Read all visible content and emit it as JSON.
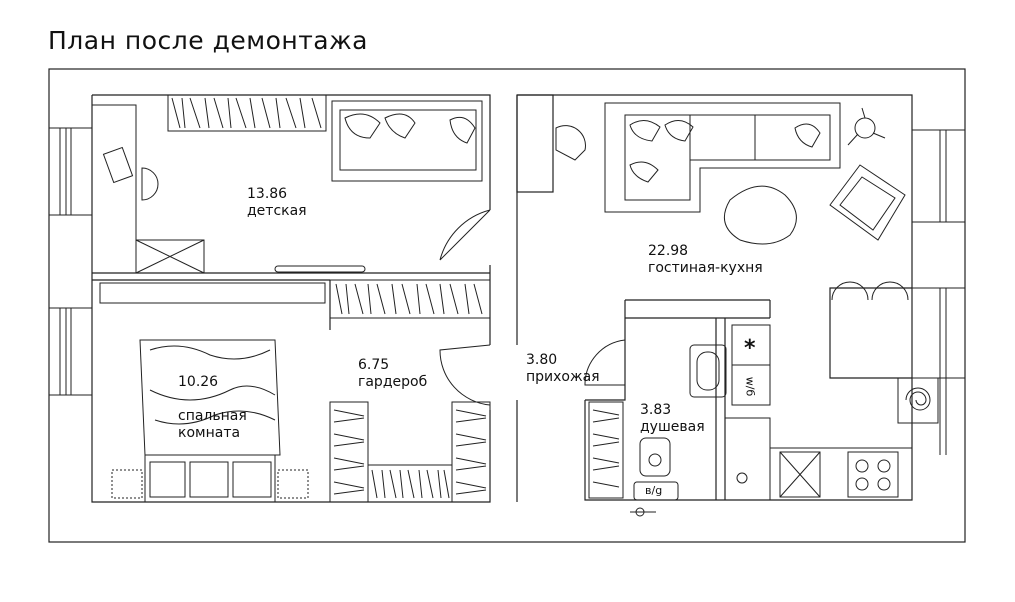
{
  "title": "План после демонтажа",
  "rooms": [
    {
      "id": "kids",
      "area": "13.86",
      "name": "детская"
    },
    {
      "id": "living",
      "area": "22.98",
      "name": "гостиная-кухня"
    },
    {
      "id": "bedroom",
      "area": "10.26",
      "name": "спальная\nкомната"
    },
    {
      "id": "wardrobe",
      "area": "6.75",
      "name": "гардероб"
    },
    {
      "id": "hall",
      "area": "3.80",
      "name": "прихожая"
    },
    {
      "id": "shower",
      "area": "3.83",
      "name": "душевая"
    }
  ],
  "marks": {
    "wh": "в/g",
    "wm": "w/б",
    "star": "*"
  }
}
